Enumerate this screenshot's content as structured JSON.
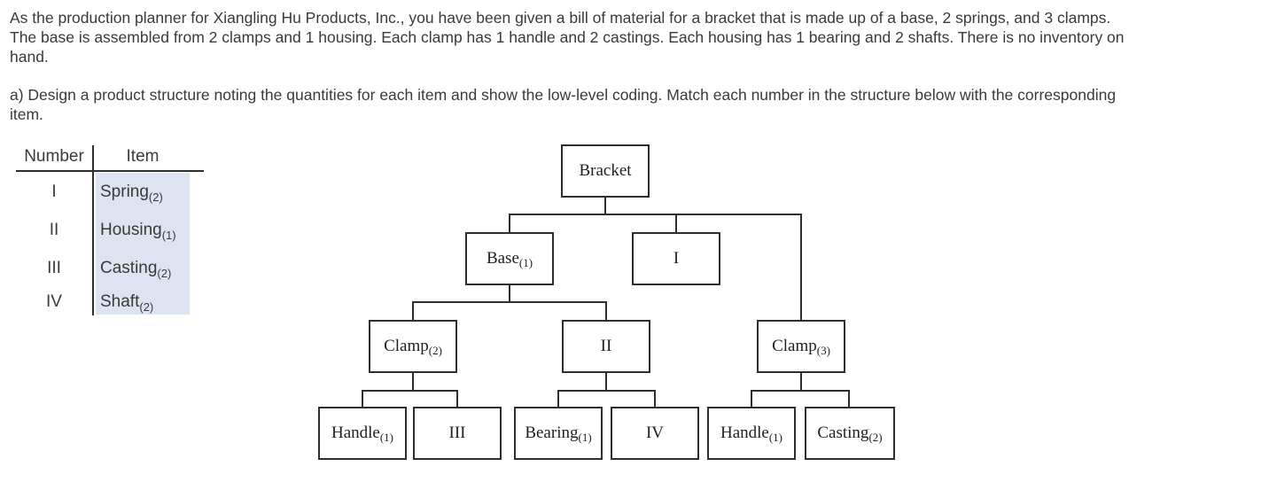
{
  "intro": {
    "lines": [
      "As the production planner for Xiangling Hu Products, Inc., you have been given a bill of material for a bracket that is made up of a base, 2 springs, and 3 clamps.",
      "The base is assembled from 2 clamps and 1 housing. Each clamp has 1 handle and 2 castings. Each housing has 1 bearing and 2 shafts. There is no inventory on",
      "hand."
    ]
  },
  "part_a": {
    "lines": [
      "a) Design a product structure noting the quantities for each item and show the low-level coding. Match each number in the structure below with the corresponding",
      "item."
    ]
  },
  "table": {
    "headers": {
      "number": "Number",
      "item": "Item"
    },
    "rows": [
      {
        "number": "I",
        "item": "Spring",
        "sub": "(2)"
      },
      {
        "number": "II",
        "item": "Housing",
        "sub": "(1)"
      },
      {
        "number": "III",
        "item": "Casting",
        "sub": "(2)"
      },
      {
        "number": "IV",
        "item": "Shaft",
        "sub": "(2)"
      }
    ]
  },
  "tree": {
    "nodes": [
      {
        "id": "bracket",
        "label": "Bracket",
        "sub": ""
      },
      {
        "id": "base",
        "label": "Base",
        "sub": "(1)"
      },
      {
        "id": "roman-1",
        "label": "I",
        "sub": ""
      },
      {
        "id": "clamp-2",
        "label": "Clamp",
        "sub": "(2)"
      },
      {
        "id": "roman-2",
        "label": "II",
        "sub": ""
      },
      {
        "id": "clamp-3",
        "label": "Clamp",
        "sub": "(3)"
      },
      {
        "id": "handle-left",
        "label": "Handle",
        "sub": "(1)"
      },
      {
        "id": "roman-3",
        "label": "III",
        "sub": ""
      },
      {
        "id": "bearing",
        "label": "Bearing",
        "sub": "(1)"
      },
      {
        "id": "roman-4",
        "label": "IV",
        "sub": ""
      },
      {
        "id": "handle-right",
        "label": "Handle",
        "sub": "(1)"
      },
      {
        "id": "casting",
        "label": "Casting",
        "sub": "(2)"
      }
    ],
    "edges": [
      {
        "parent": "Bracket",
        "children": [
          "Base(1)",
          "I",
          "Clamp(3)"
        ]
      },
      {
        "parent": "Base(1)",
        "children": [
          "Clamp(2)",
          "II"
        ]
      },
      {
        "parent": "Clamp(2)",
        "children": [
          "Handle(1)",
          "III"
        ]
      },
      {
        "parent": "II",
        "children": [
          "Bearing(1)",
          "IV"
        ]
      },
      {
        "parent": "Clamp(3)",
        "children": [
          "Handle(1)",
          "Casting(2)"
        ]
      }
    ]
  },
  "colors": {
    "text": "#3a3a3a",
    "line": "#2e2e2e",
    "item_highlight": "#dde3f0"
  }
}
